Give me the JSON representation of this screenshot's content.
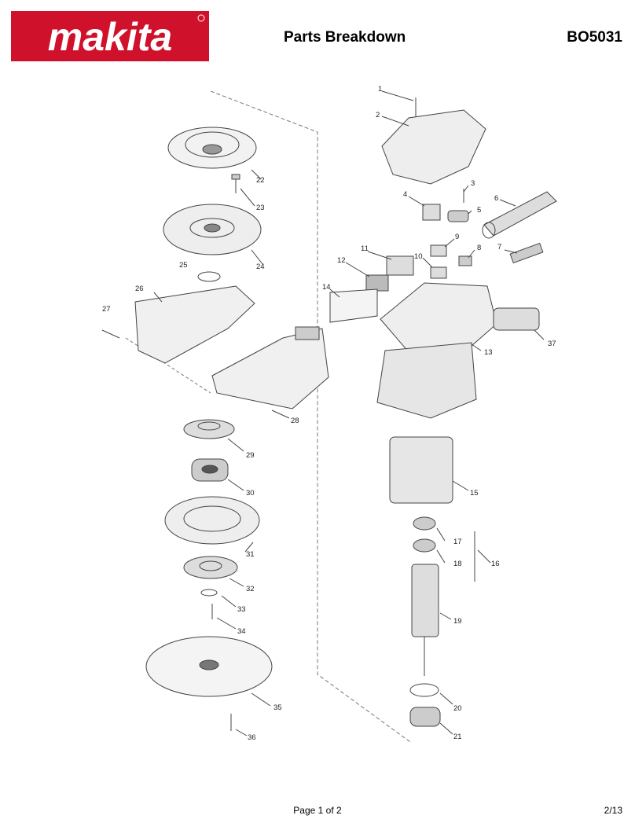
{
  "header": {
    "brand": "makita",
    "brand_color": "#d0112b",
    "title": "Parts Breakdown",
    "model": "BO5031"
  },
  "diagram": {
    "part_numbers": [
      "1",
      "2",
      "3",
      "4",
      "5",
      "6",
      "7",
      "8",
      "9",
      "10",
      "11",
      "12",
      "13",
      "14",
      "15",
      "16",
      "17",
      "18",
      "19",
      "20",
      "21",
      "22",
      "23",
      "24",
      "25",
      "26",
      "27",
      "28",
      "29",
      "30",
      "31",
      "32",
      "33",
      "34",
      "35",
      "36",
      "37"
    ]
  },
  "footer": {
    "page": "Page 1 of 2",
    "sheet": "2/13"
  }
}
